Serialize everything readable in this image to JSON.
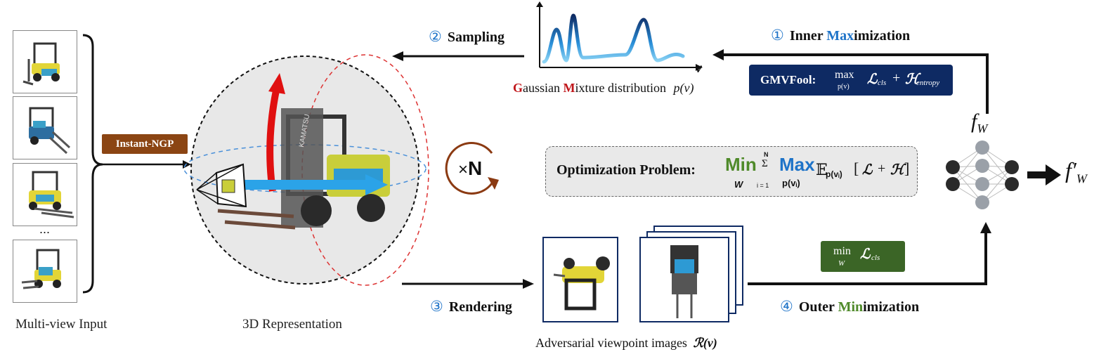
{
  "multi_view": {
    "caption": "Multi-view Input",
    "ellipsis": "..."
  },
  "instant_ngp": {
    "label": "Instant-NGP"
  },
  "representation": {
    "caption": "3D Representation",
    "forklift_brand": "KAMATSU"
  },
  "loop": {
    "symbol": "×",
    "count": "N"
  },
  "steps": {
    "sampling": {
      "num": "②",
      "label": "Sampling"
    },
    "inner": {
      "num": "①",
      "label_a": "Inner ",
      "label_b": "Max",
      "label_c": "imization"
    },
    "rendering": {
      "num": "③",
      "label": "Rendering"
    },
    "outer": {
      "num": "④",
      "label_a": "Outer ",
      "label_b": "Min",
      "label_c": "imization"
    }
  },
  "gaussian": {
    "axis_label": "v",
    "caption_g": "G",
    "caption_aussian": "aussian ",
    "caption_m": "M",
    "caption_ixture": "ixture distribution",
    "caption_math": "p(v)"
  },
  "gmvfool": {
    "name": "GMVFool:",
    "op": "max",
    "sub": "p(v)",
    "l": "ℒ",
    "l_sub": "cls",
    "plus": "+",
    "h": "ℋ",
    "h_sub": "entropy"
  },
  "optimization": {
    "label": "Optimization Problem:",
    "min": "Min",
    "min_sub": "W",
    "sum_top": "N",
    "sum": "Σ",
    "sum_bottom": "i = 1",
    "max": "Max",
    "max_sub": "p(vᵢ)",
    "expect": "𝔼",
    "expect_sub": "p(vᵢ)",
    "bracket_l": "[",
    "script_l": "ℒ",
    "plus": "+",
    "script_h": "ℋ",
    "bracket_r": "]"
  },
  "min_box": {
    "op": "min",
    "sub": "W",
    "l": "ℒ",
    "l_sub": "cls"
  },
  "adversarial": {
    "caption": "Adversarial viewpoint images",
    "math": "ℛ(v)"
  },
  "network": {
    "fw": "f",
    "fw_sub": "W",
    "fw_prime": "f′",
    "fw_prime_sub": "W"
  },
  "colors": {
    "blue": "#1e73c8",
    "red": "#c0161a",
    "green": "#4f8a2a",
    "navy": "#0e2a63",
    "ngp_brown": "#8b4513",
    "loop_brown": "#8b3a12"
  }
}
